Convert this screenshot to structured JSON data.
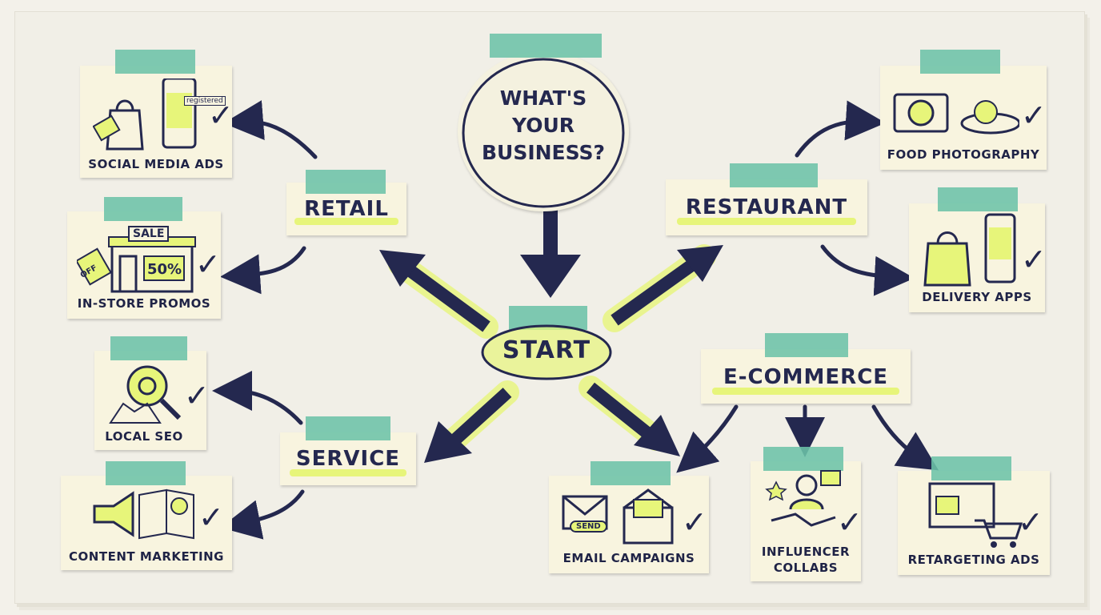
{
  "title": "WHAT'S YOUR BUSINESS?",
  "start": "START",
  "categories": {
    "retail": "RETAIL",
    "restaurant": "RESTAURANT",
    "service": "SERVICE",
    "ecommerce": "E-COMMERCE"
  },
  "items": {
    "social_media_ads": "SOCIAL MEDIA ADS",
    "in_store_promos": "IN-STORE PROMOS",
    "local_seo": "LOCAL SEO",
    "content_marketing": "CONTENT MARKETING",
    "food_photography": "FOOD PHOTOGRAPHY",
    "delivery_apps": "DELIVERY APPS",
    "email_campaigns": "EMAIL CAMPAIGNS",
    "influencer_collabs_line1": "INFLUENCER",
    "influencer_collabs_line2": "COLLABS",
    "retargeting_ads": "RETARGETING ADS"
  },
  "icon_text": {
    "sale": "SALE",
    "percent_sign": "50%",
    "percent_off": "OFF",
    "send": "SEND",
    "registered": "registered"
  },
  "colors": {
    "ink": "#24284f",
    "tape": "#6cc3a9",
    "highlight": "#e7f57a",
    "card": "#f8f4df",
    "paper": "#f1efe7"
  },
  "icons": [
    "shopping-bag-icon",
    "phone-icon",
    "storefront-icon",
    "location-gear-icon",
    "megaphone-icon",
    "book-icon",
    "lightbulb-icon",
    "camera-icon",
    "plate-icon",
    "delivery-bag-icon",
    "envelope-icon",
    "handshake-icon",
    "cart-icon",
    "checkmark-icon"
  ]
}
